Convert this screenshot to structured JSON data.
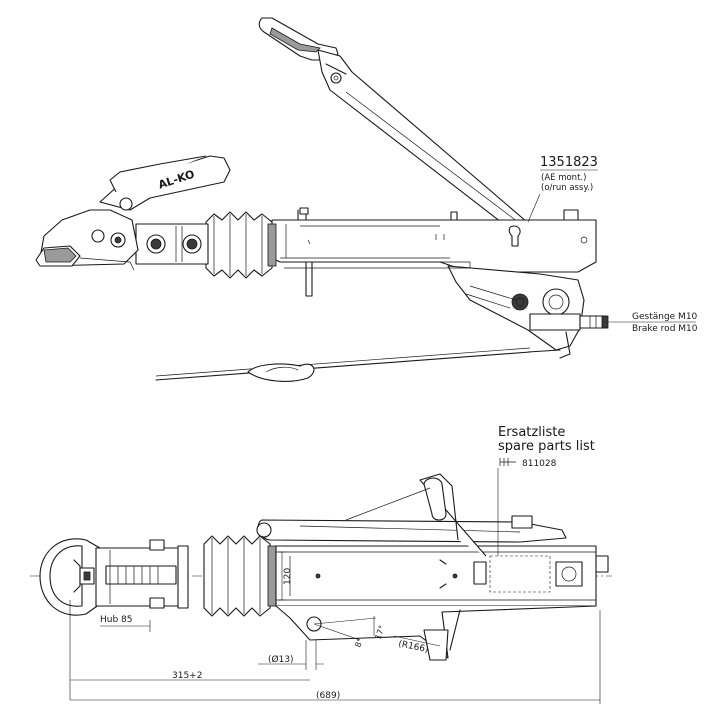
{
  "top_view": {
    "part_number": "1351823",
    "part_note_1": "(AE mont.)",
    "part_note_2": "(o/run assy.)",
    "brand_logo": "AL-KO",
    "rod_label_de": "Gestänge M10",
    "rod_label_en": "Brake rod M10"
  },
  "bottom_view": {
    "spare_parts_title_de": "Ersatzliste",
    "spare_parts_title_en": "spare parts list",
    "spare_parts_number": "811028",
    "icon": "spare-parts-symbol-icon"
  },
  "dimensions": {
    "hub": "Hub 85",
    "height": "120",
    "diameter": "(Ø13)",
    "offset": "315+2",
    "overall": "(689)",
    "angle_1": "8°",
    "angle_2": "17°",
    "radius": "(R166)"
  }
}
